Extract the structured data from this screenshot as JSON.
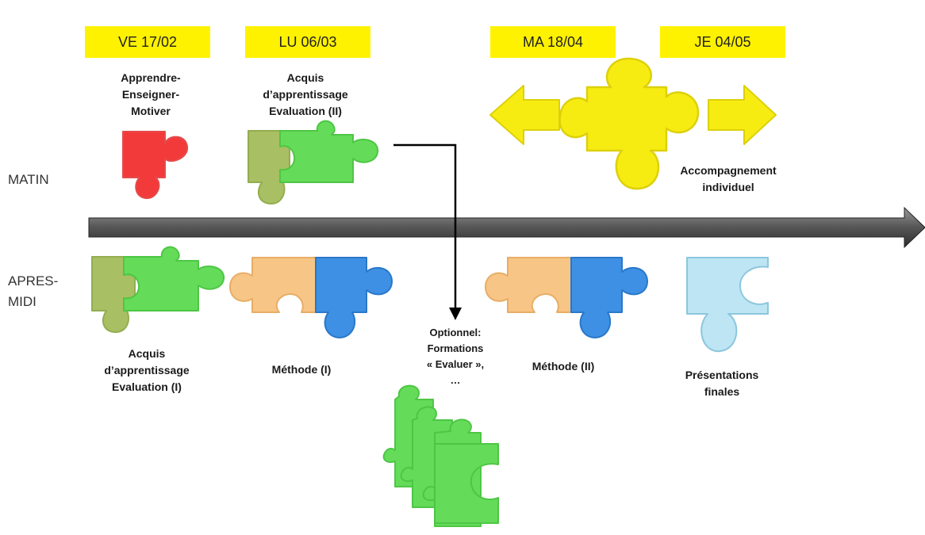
{
  "colors": {
    "date_bg": "#fff200",
    "red": "#f23a3a",
    "olive": "#a8bf63",
    "green": "#64dc5a",
    "orange": "#f7c585",
    "blue": "#3d90e3",
    "light_blue": "#bde5f3",
    "yellow": "#f7ec12",
    "timeline": "#555555"
  },
  "rows": {
    "morning": "MATIN",
    "afternoon": "APRES-\nMIDI"
  },
  "dates": [
    {
      "label": "VE 17/02"
    },
    {
      "label": "LU 06/03"
    },
    {
      "label": "MA 18/04"
    },
    {
      "label": "JE 04/05"
    }
  ],
  "morning_sessions": [
    {
      "label": "Apprendre-\nEnseigner-\nMotiver",
      "icon": "puzzle-piece-red"
    },
    {
      "label": "Acquis\nd’apprentissage\nEvaluation (II)",
      "icon": "puzzle-pair-olive-green"
    },
    {
      "label": "Accompagnement\nindividuel",
      "icon": "puzzle-piece-yellow-with-arrows"
    }
  ],
  "afternoon_sessions": [
    {
      "label": "Acquis\nd’apprentissage\nEvaluation (I)",
      "icon": "puzzle-pair-olive-green"
    },
    {
      "label": "Méthode (I)",
      "icon": "puzzle-pair-orange-blue"
    },
    {
      "label": "Méthode (II)",
      "icon": "puzzle-pair-orange-blue"
    },
    {
      "label": "Présentations\nfinales",
      "icon": "puzzle-piece-light-blue"
    }
  ],
  "optional": {
    "label": "Optionnel:\nFormations\n« Evaluer »,\n…",
    "icon": "puzzle-stack-green"
  }
}
